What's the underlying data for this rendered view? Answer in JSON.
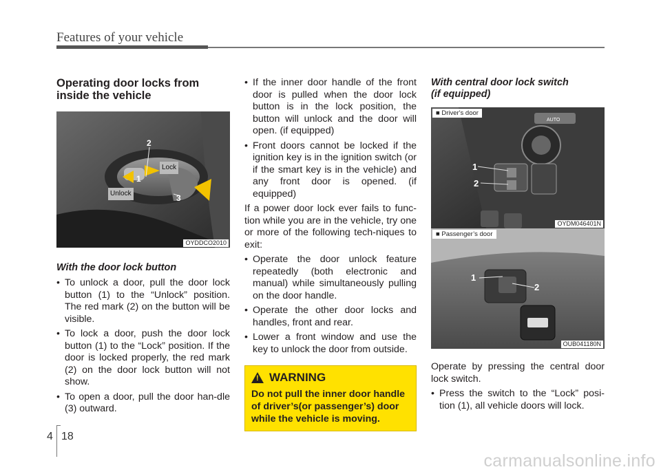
{
  "header": {
    "title": "Features of your vehicle"
  },
  "col1": {
    "heading_line1": "Operating door locks from",
    "heading_line2": "inside the vehicle",
    "figure": {
      "code": "OYDDCO2010",
      "label_lock": "Lock",
      "label_unlock": "Unlock",
      "callout_1": "1",
      "callout_2": "2",
      "callout_3": "3"
    },
    "subheading": "With the door lock button",
    "bullets": [
      "To unlock a door, pull the door lock button (1) to the “Unlock” position. The red mark (2) on the button will be visible.",
      "To lock a door, push the door lock button (1) to the “Lock” position. If the door is locked properly, the red mark (2) on the door lock button will not show.",
      "To open a door, pull the door han-dle (3) outward."
    ]
  },
  "col2": {
    "bullets": [
      "If the inner door handle of the front door is pulled when the door lock button is in the lock position, the button will unlock and the door will open. (if equipped)",
      "Front doors cannot be locked if the ignition key is in the ignition switch (or if the smart key is in the vehicle) and any front door is opened. (if equipped)"
    ],
    "paragraph": "If a power door lock ever fails to func-tion while you are in the vehicle, try one or more of the following tech-niques to exit:",
    "bullets2": [
      "Operate the door unlock feature repeatedly (both electronic and manual) while simultaneously pulling on the door handle.",
      "Operate the other door locks and handles, front and rear.",
      "Lower a front window and use the key to unlock the door from outside."
    ],
    "warning": {
      "icon_glyph": "!",
      "title": "WARNING",
      "text": "Do not pull the inner door handle of driver’s(or passenger’s) door while the vehicle is moving."
    }
  },
  "col3": {
    "heading_line1": "With central door lock switch",
    "heading_line2": "(if equipped)",
    "figure_top": {
      "tag": "■ Driver's door",
      "code": "OYDM046401N",
      "callout_1": "1",
      "callout_2": "2",
      "auto_label": "AUTO"
    },
    "figure_bottom": {
      "tag": "■ Passenger’s door",
      "code": "OUB041180N",
      "callout_1": "1",
      "callout_2": "2"
    },
    "paragraph": "Operate by pressing the central door lock switch.",
    "bullets": [
      "Press the switch to the “Lock” posi-tion (1), all vehicle doors will lock."
    ]
  },
  "footer": {
    "section": "4",
    "page": "18"
  },
  "watermark": "carmanualsonline.info",
  "colors": {
    "warning_bg": "#ffe100",
    "arrow_yellow": "#f2c200"
  }
}
